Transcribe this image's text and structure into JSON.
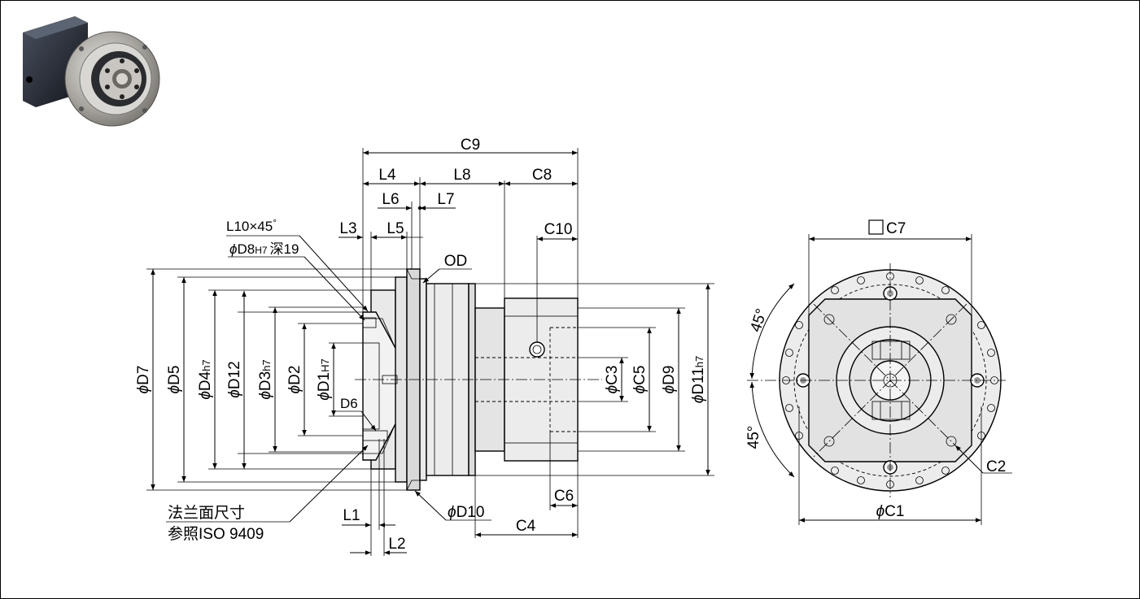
{
  "side_view": {
    "top_labels": {
      "c9": "C9",
      "l4": "L4",
      "l8": "L8",
      "c8": "C8",
      "l6": "L6",
      "l7": "L7",
      "l3": "L3",
      "l5": "L5",
      "c10": "C10",
      "od": "OD"
    },
    "chamfer_label_main": "L10×45",
    "chamfer_degree": "°",
    "hole_label": {
      "phi": "ϕ",
      "d8": "D8",
      "h7": "H7",
      "depth": "深19"
    },
    "left_diameters": {
      "d7": "D7",
      "d5": "D5",
      "d4": "D4",
      "d4_sub": "h7",
      "d12": "D12",
      "d3": "D3",
      "d3_sub": "h7",
      "d2": "D2",
      "d1": "D1",
      "d1_sub": "H7",
      "d6": "D6"
    },
    "right_diameters": {
      "c3": "C3",
      "c5": "C5",
      "d9": "D9",
      "d11": "D11",
      "d11_sub": "h7"
    },
    "bottom_labels": {
      "c6": "C6",
      "d10": "D10",
      "l1": "L1",
      "c4": "C4",
      "l2": "L2"
    },
    "phi_symbol": "ϕ",
    "note_line1": "法兰面尺寸",
    "note_line2": "参照ISO 9409"
  },
  "front_view": {
    "c7": "C7",
    "square_symbol": "□",
    "angle_top": "45°",
    "angle_bottom": "45°",
    "c2": "C2",
    "c1": "C1"
  }
}
